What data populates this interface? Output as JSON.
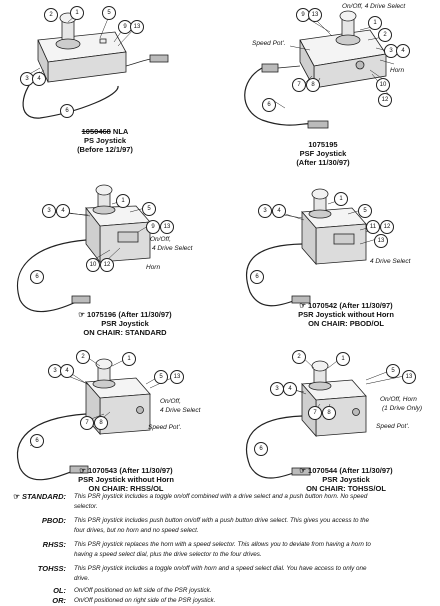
{
  "panels": [
    {
      "key": "ps",
      "lines": [
        {
          "text": "1050468",
          "strike": true,
          "suffix": " NLA"
        },
        {
          "text": "PS Joystick"
        },
        {
          "text": "(Before 12/1/97)"
        }
      ]
    },
    {
      "key": "psf",
      "lines": [
        {
          "text": "1075195"
        },
        {
          "text": "PSF Joystick"
        },
        {
          "text": "(After 11/30/97)"
        }
      ]
    },
    {
      "key": "psr_std",
      "pointer": "☞",
      "lines": [
        {
          "text": "1075196 (After 11/30/97)"
        },
        {
          "text": "PSR Joystick"
        },
        {
          "text": "ON CHAIR: STANDARD"
        }
      ]
    },
    {
      "key": "psr_nohorn",
      "pointer": "☞",
      "lines": [
        {
          "text": "1070542 (After 11/30/97)"
        },
        {
          "text": "PSR Joystick without Horn"
        },
        {
          "text": "ON CHAIR: PBOD/OL"
        }
      ]
    },
    {
      "key": "psr_rhss",
      "pointer": "☞",
      "lines": [
        {
          "text": "1070543 (After 11/30/97)"
        },
        {
          "text": "PSR Joystick without Horn"
        },
        {
          "text": "ON CHAIR: RHSS/OL"
        }
      ]
    },
    {
      "key": "psr_tohss",
      "pointer": "☞",
      "lines": [
        {
          "text": "1070544 (After 11/30/97)"
        },
        {
          "text": "PSR Joystick"
        },
        {
          "text": "ON CHAIR: TOHSS/OL"
        }
      ]
    }
  ],
  "callouts": {
    "onoff_4drive": "On/Off, 4 Drive Select",
    "speed_pot": "Speed Pot'.",
    "horn": "Horn",
    "onoff_line": "On/Off,",
    "four_drive_select": "4 Drive Select",
    "four_drive_select_b": "4 Drive Select",
    "onoff_horn": "On/Off, Horn",
    "one_drive_only": "(1 Drive Only)"
  },
  "legend": [
    {
      "term": "STANDARD:",
      "pointer": "☞",
      "text": "This PSR joystick includes a toggle on/off combined with a drive select and a push button horn. No speed selector."
    },
    {
      "term": "PBOD:",
      "text": "This PSR joystick includes push button on/off with a push button drive select. This gives you access to the four drives, but no horn and no speed select."
    },
    {
      "term": "RHSS:",
      "text": "This PSR joystick replaces the horn with a speed selector. This allows you to deviate from having a horn to having a speed select dial, plus the drive selector to the four drives."
    },
    {
      "term": "TOHSS:",
      "text": "This PSR joystick includes a toggle on/off with horn and a speed select dial. You have access to only one drive."
    },
    {
      "term": "OL:",
      "text": "On/Off positioned on left side of the PSR joystick."
    },
    {
      "term": "OR:",
      "text": "On/Off positioned on right side of the PSR joystick."
    }
  ]
}
